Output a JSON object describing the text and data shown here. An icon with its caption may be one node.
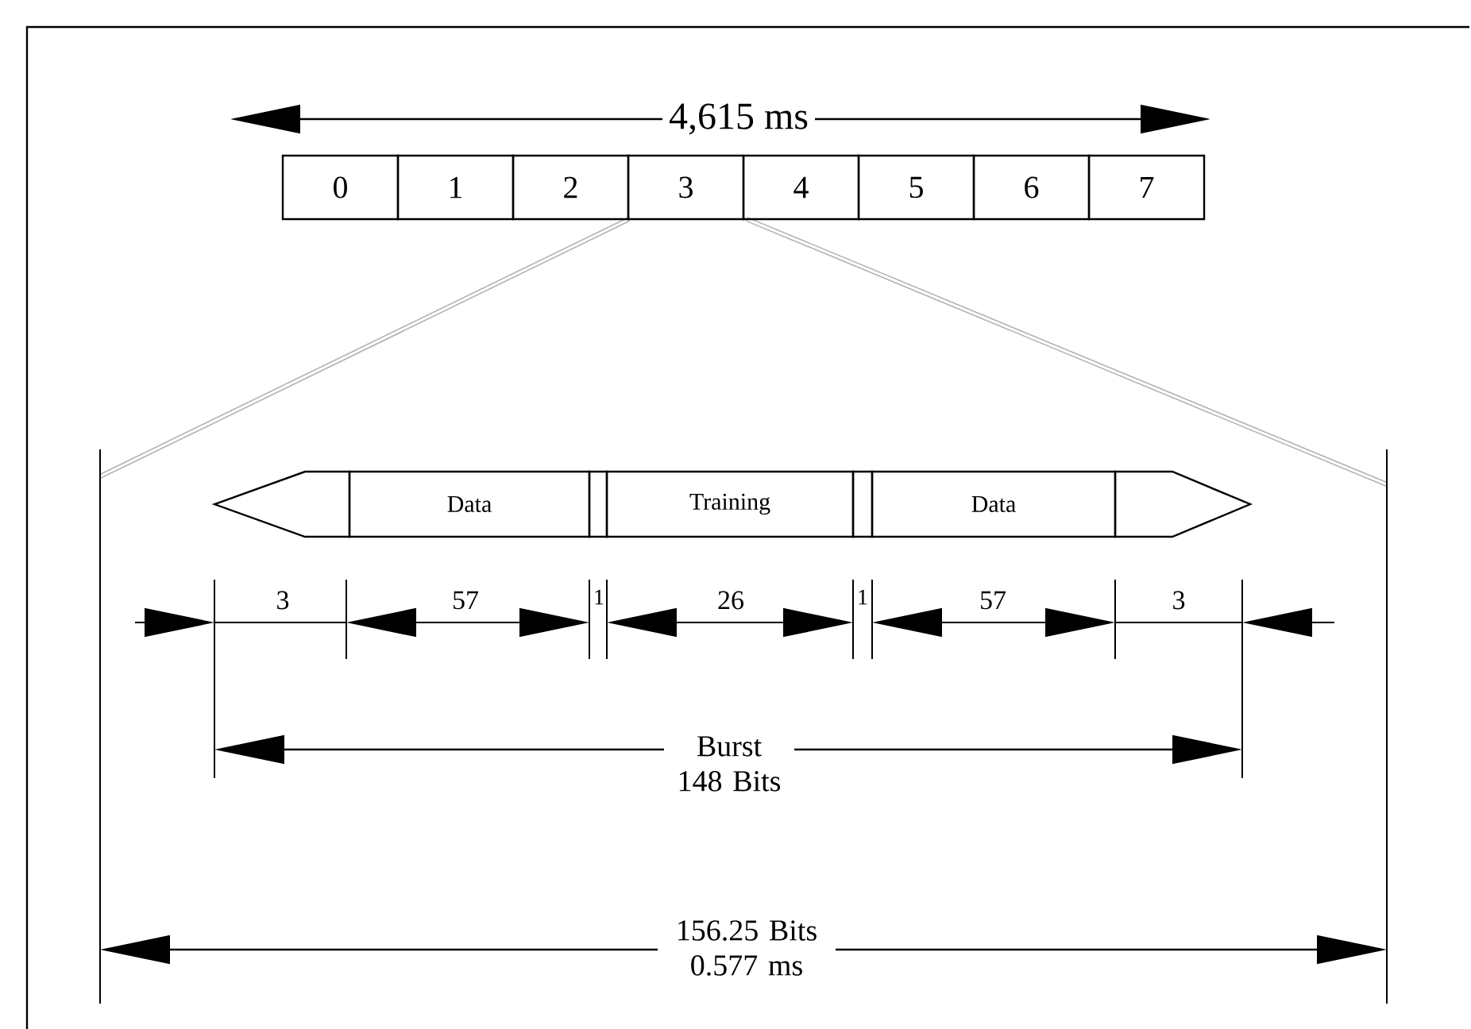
{
  "diagram": {
    "nodes": [
      {
        "text": [
          "0"
        ]
      },
      {
        "text": [
          "1"
        ]
      },
      {
        "text": [
          "2"
        ]
      },
      {
        "text": [
          "3"
        ]
      },
      {
        "text": [
          "4"
        ]
      },
      {
        "text": [
          "5"
        ]
      },
      {
        "text": [
          "6"
        ]
      },
      {
        "text": [
          "7"
        ]
      },
      {
        "text": [],
        "shape": "arrow"
      },
      {
        "text": [
          "Data"
        ]
      },
      {
        "text": [],
        "shape": "box"
      },
      {
        "text": [
          "Training"
        ]
      },
      {
        "text": [],
        "shape": "box"
      },
      {
        "text": [
          "Data"
        ]
      },
      {
        "text": [],
        "shape": "arrow"
      }
    ],
    "labels": [
      "4,615 ms",
      "3",
      "57",
      "1",
      "26",
      "1",
      "57",
      "3",
      "Burst 148 Bits",
      "156.25 Bits 0.577 ms"
    ]
  }
}
